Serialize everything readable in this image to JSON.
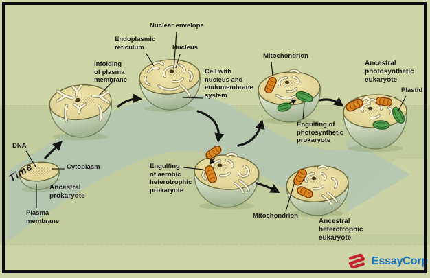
{
  "labels": {
    "nuclear_envelope": "Nuclear envelope",
    "endoplasmic_reticulum": "Endoplasmic\nreticulum",
    "nucleus": "Nucleus",
    "infolding": "Infolding\nof plasma\nmembrane",
    "cell_with_nucleus": "Cell with\nnucleus and\nendomembrane\nsystem",
    "mitochondrion_top": "Mitochondrion",
    "ancestral_photosynthetic": "Ancestral\nphotosynthetic\neukaryote",
    "plastid": "Plastid",
    "engulfing_photosynthetic": "Engulfing of\nphotosynthetic\nprokaryote",
    "dna": "DNA",
    "cytoplasm": "Cytoplasm",
    "time": "Time",
    "ancestral_prokaryote": "Ancestral\nprokaryote",
    "plasma_membrane": "Plasma\nmembrane",
    "engulfing_aerobic": "Engulfing\nof aerobic\nheterotrophic\nprokaryote",
    "mitochondrion_bottom": "Mitochondrion",
    "ancestral_heterotrophic": "Ancestral\nheterotrophic\neukaryote"
  },
  "brand": {
    "name": "EssayCorp"
  },
  "colors": {
    "background": "#cdd5a7",
    "timeline_band": "#c2cb9b",
    "time_arrow_band": "#b5c7b1",
    "cell_face": "#e6daa0",
    "cell_body": "#c3cfae",
    "mitochondrion_orange": "#d8861d",
    "plastid_green": "#4f9d4c",
    "frame": "#0c0c16",
    "brand_red": "#c3242b",
    "brand_blue": "#1b74bd"
  }
}
